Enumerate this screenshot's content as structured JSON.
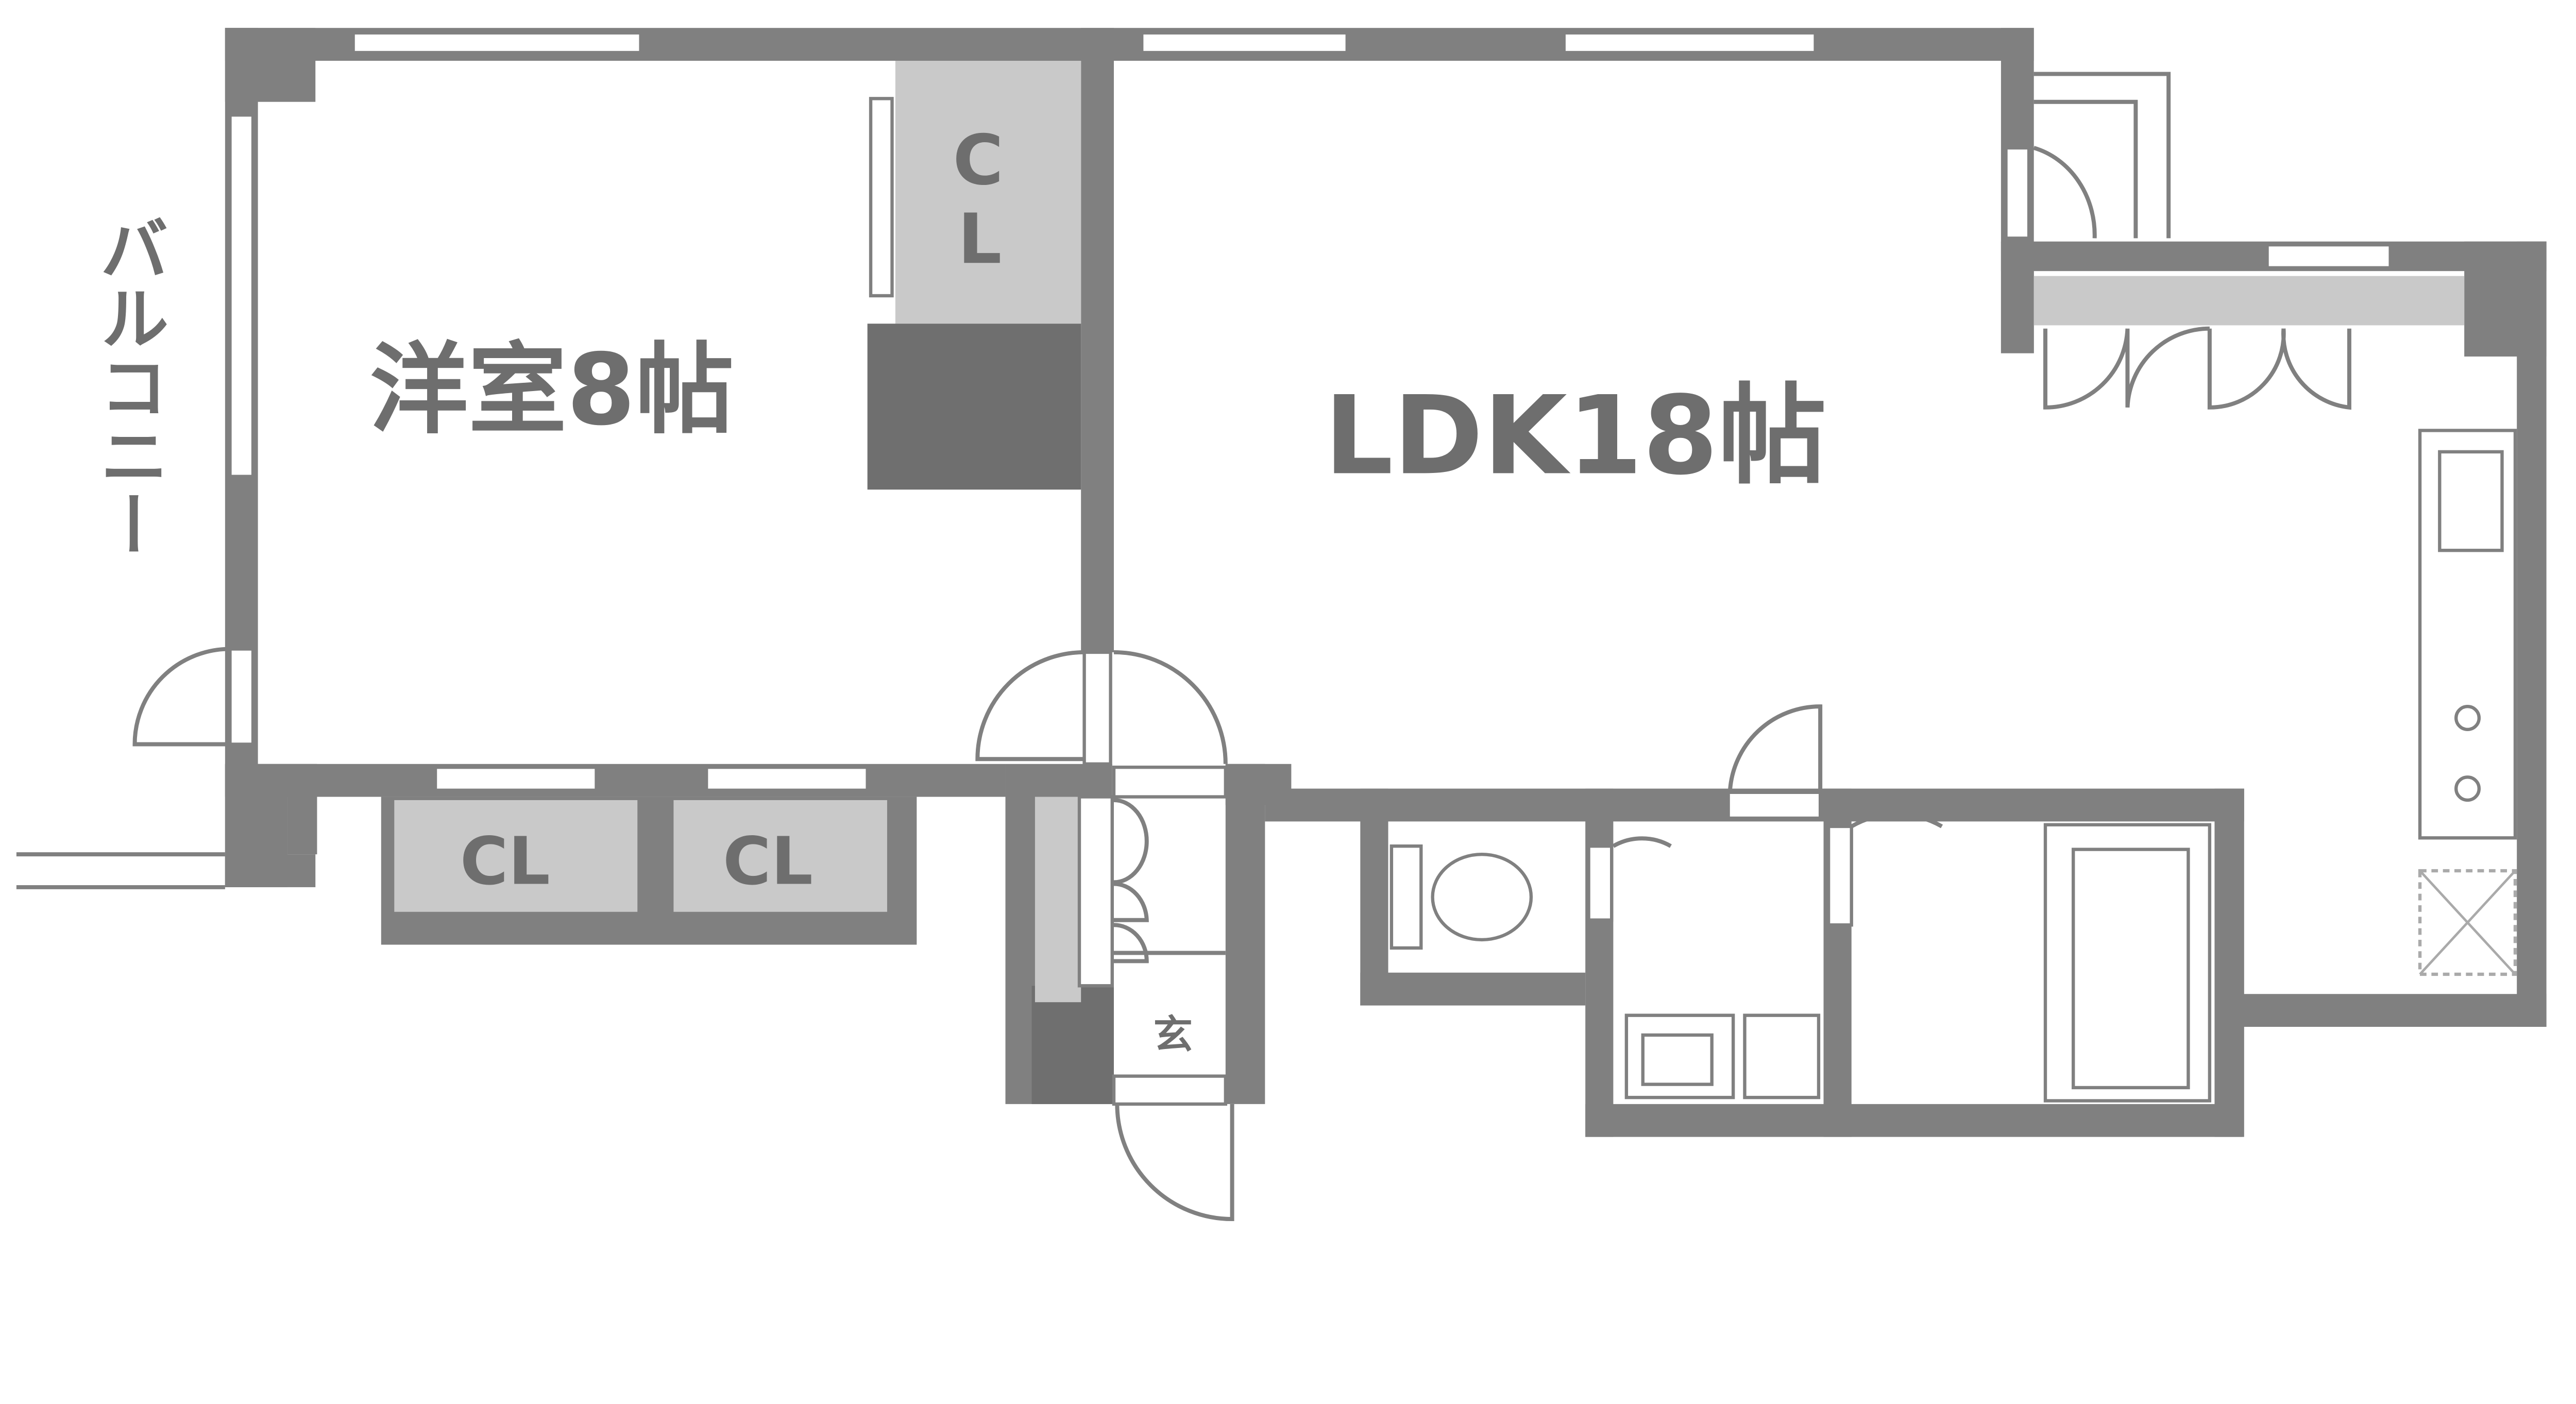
{
  "floorplan": {
    "balcony_label": "バルコニー",
    "western_room_label": "洋室8帖",
    "closet_vertical_top": "C",
    "closet_vertical_bottom": "L",
    "ldk_label": "LDK18帖",
    "closet_left_label": "CL",
    "closet_right_label": "CL",
    "entrance_label": "玄"
  },
  "colors": {
    "wall": "#808080",
    "closet": "#c9c9c9"
  }
}
